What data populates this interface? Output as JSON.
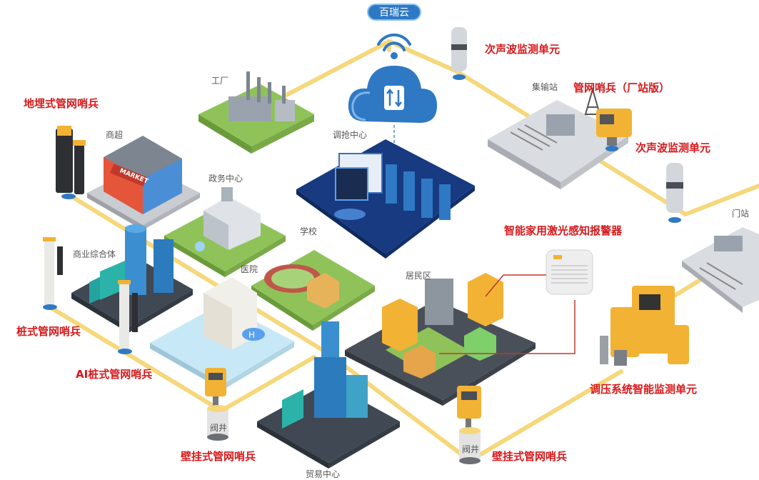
{
  "cloud": {
    "label": "百瑞云"
  },
  "places": {
    "factory": "工厂",
    "dispatch_center": "调抢中心",
    "gathering_station": "集输站",
    "gate_station": "门站",
    "supermarket": "商超",
    "government_center": "政务中心",
    "commercial_complex": "商业综合体",
    "school": "学校",
    "hospital": "医院",
    "residential": "居民区",
    "trade_center": "贸易中心"
  },
  "devices": {
    "infrasonic_unit_1": "次声波监测单元",
    "infrasonic_unit_2": "次声波监测单元",
    "pipe_sentry_station": "管网哨兵（厂站版）",
    "buried_sentry": "地埋式管网哨兵",
    "pile_sentry": "桩式管网哨兵",
    "ai_pile_sentry": "AI桩式管网哨兵",
    "wall_sentry_1": "壁挂式管网哨兵",
    "wall_sentry_2": "壁挂式管网哨兵",
    "home_laser_alarm": "智能家用激光感知报警器",
    "pressure_monitor": "调压系统智能监测单元"
  },
  "valve_wells": {
    "left": "阀井",
    "right": "阀井"
  },
  "market_sign": "MARKET",
  "colors": {
    "pipeline": "#f6d77a",
    "accent_red": "#d7191c",
    "cloud_blue": "#2f79c4",
    "ground_green": "#8fc35a",
    "road_gray": "#5b6470"
  }
}
